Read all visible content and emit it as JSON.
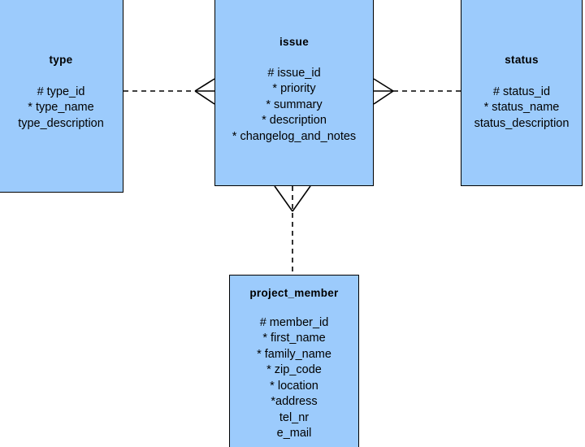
{
  "diagram": {
    "type": "entity-relationship-diagram",
    "notation": "crows-foot",
    "entity_fill_color": "#9ccbfc",
    "entity_border_color": "#000000",
    "background_color": "#ffffff"
  },
  "entities": [
    {
      "key": "type",
      "name": "type",
      "attributes": [
        "# type_id",
        "* type_name",
        "type_description"
      ],
      "attributes_text": "# type_id\n* type_name\ntype_description"
    },
    {
      "key": "issue",
      "name": "issue",
      "attributes": [
        "# issue_id",
        "* priority",
        "* summary",
        "* description",
        "* changelog_and_notes"
      ],
      "attributes_text": "# issue_id\n* priority\n* summary\n* description\n* changelog_and_notes"
    },
    {
      "key": "status",
      "name": "status",
      "attributes": [
        "# status_id",
        "* status_name",
        "status_description"
      ],
      "attributes_text": "# status_id\n* status_name\nstatus_description"
    },
    {
      "key": "project_member",
      "name": "project_member",
      "attributes": [
        "# member_id",
        "* first_name",
        "* family_name",
        "* zip_code",
        "* location",
        "*address",
        "tel_nr",
        "e_mail"
      ],
      "attributes_text": "# member_id\n* first_name\n* family_name\n* zip_code\n* location\n*address\ntel_nr\ne_mail"
    }
  ],
  "relationships": [
    {
      "key": "type-issue",
      "from": "type",
      "to": "issue",
      "line_style": "dashed",
      "crow_foot_at": "issue"
    },
    {
      "key": "status-issue",
      "from": "status",
      "to": "issue",
      "line_style": "dashed",
      "crow_foot_at": "issue"
    },
    {
      "key": "issue-project_member",
      "from": "project_member",
      "to": "issue",
      "line_style": "dashed",
      "crow_foot_at": "issue"
    }
  ]
}
